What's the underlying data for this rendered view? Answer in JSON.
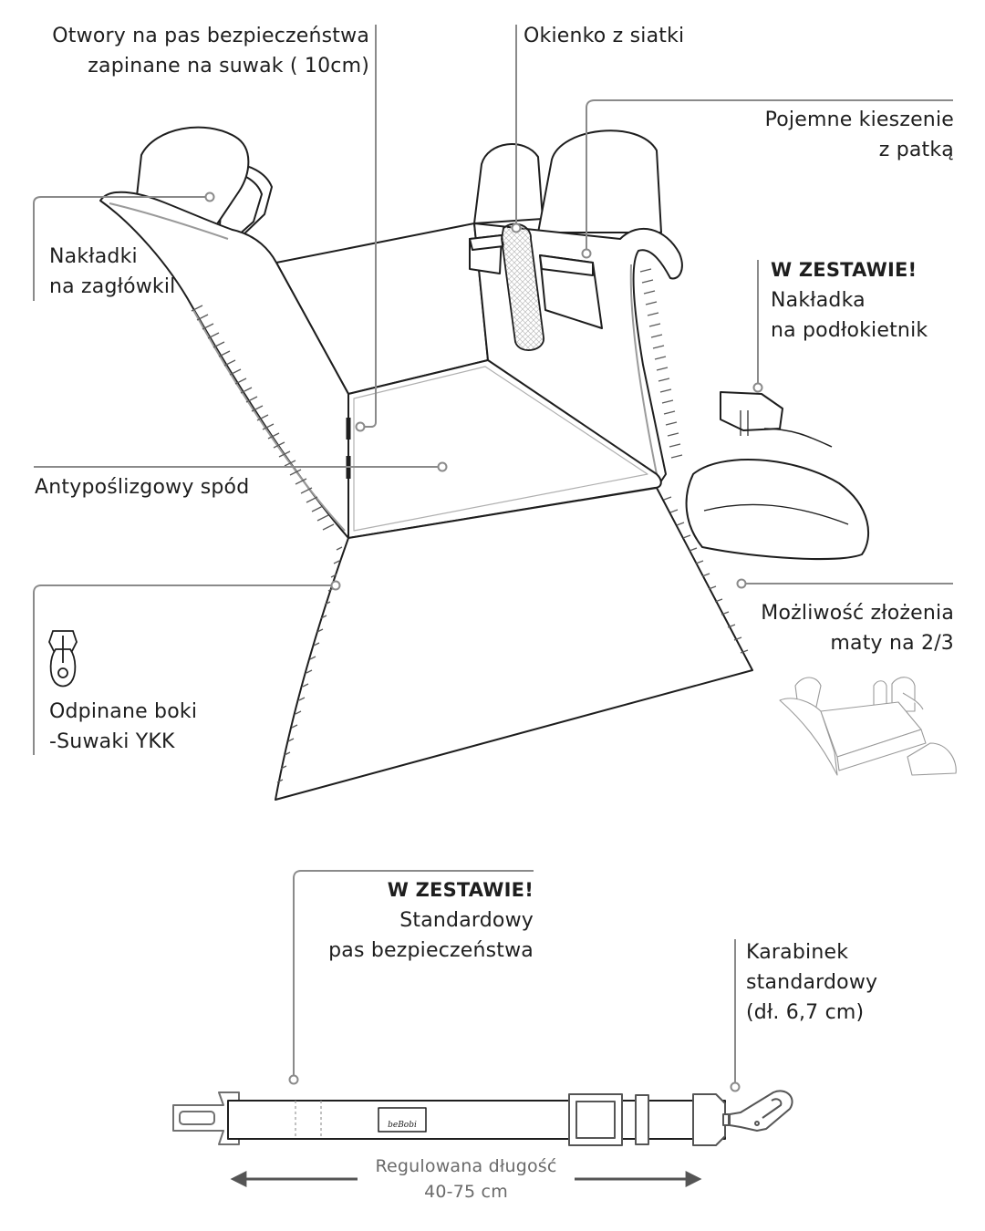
{
  "labels": {
    "seatbelt_openings": {
      "line1": "Otwory na pas bezpieczeństwa",
      "line2": "zapinane na suwak ( 10cm)"
    },
    "mesh_window": "Okienko z siatki",
    "pockets": {
      "line1": "Pojemne kieszenie",
      "line2": "z patką"
    },
    "headrest_covers": {
      "line1": "Nakładki",
      "line2": "na zagłówkil"
    },
    "armrest": {
      "badge": "W ZESTAWIE!",
      "line1": "Nakładka",
      "line2": "na podłokietnik"
    },
    "antislip": "Antypoślizgowy spód",
    "fold": {
      "line1": "Możliwość złożenia",
      "line2": "maty na 2/3"
    },
    "zippers": {
      "line1": "Odpinane boki",
      "line2": "-Suwaki YKK"
    },
    "belt": {
      "badge": "W ZESTAWIE!",
      "line1": "Standardowy",
      "line2": "pas bezpieczeństwa"
    },
    "carabiner": {
      "line1": "Karabinek",
      "line2": "standardowy",
      "line3": "(dł. 6,7 cm)"
    },
    "length": {
      "line1": "Regulowana długość",
      "line2": "40-75 cm"
    }
  },
  "logo_text": "beBobi",
  "colors": {
    "outline": "#1e1e1e",
    "leader": "#8a8a8a",
    "arrow": "#555555"
  },
  "icons": [
    "zipper-pull-icon",
    "leader-dot-icon",
    "arrow-left-icon",
    "arrow-right-icon"
  ]
}
